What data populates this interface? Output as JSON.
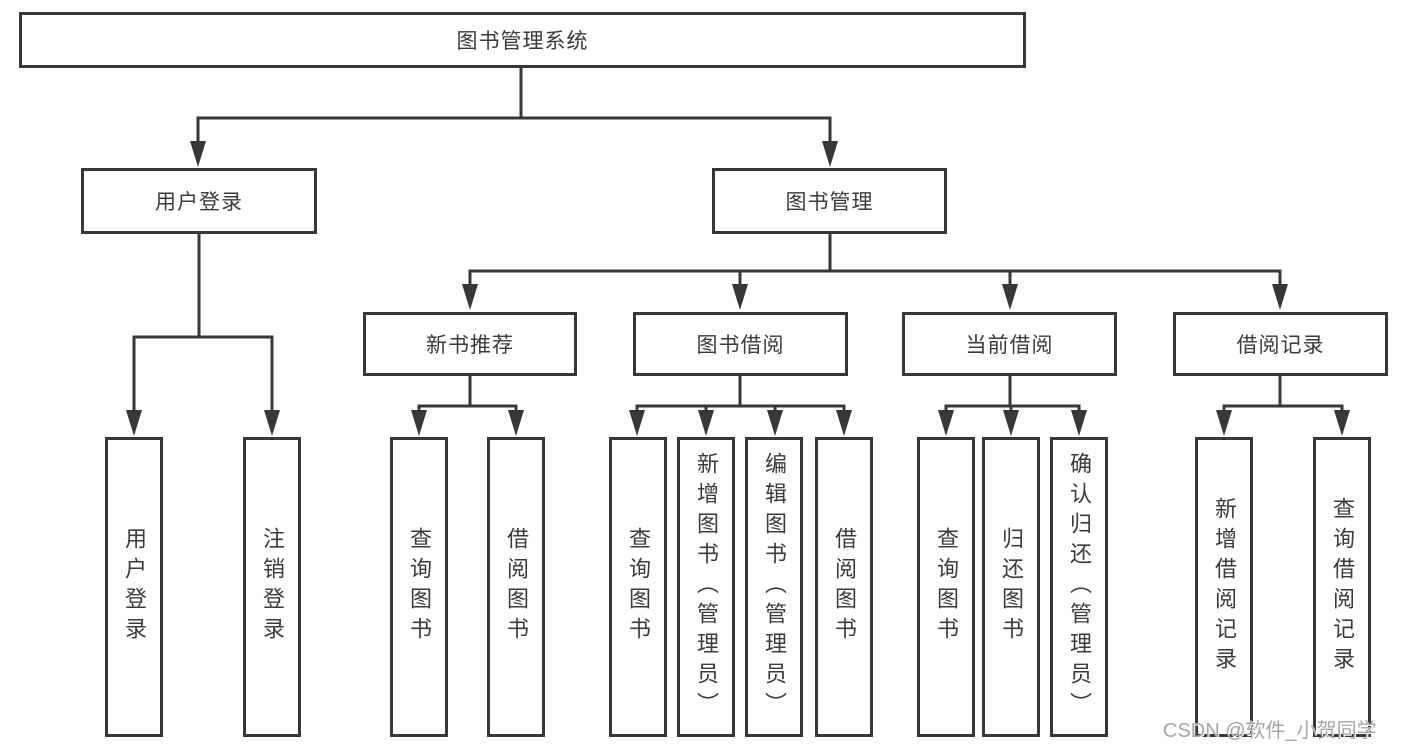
{
  "tree": {
    "label": "图书管理系统",
    "children": [
      {
        "label": "用户登录",
        "children": [
          {
            "label": "用户登录"
          },
          {
            "label": "注销登录"
          }
        ]
      },
      {
        "label": "图书管理",
        "children": [
          {
            "label": "新书推荐",
            "children": [
              {
                "label": "查询图书"
              },
              {
                "label": "借阅图书"
              }
            ]
          },
          {
            "label": "图书借阅",
            "children": [
              {
                "label": "查询图书"
              },
              {
                "label": "新增图书（管理员）"
              },
              {
                "label": "编辑图书（管理员）"
              },
              {
                "label": "借阅图书"
              }
            ]
          },
          {
            "label": "当前借阅",
            "children": [
              {
                "label": "查询图书"
              },
              {
                "label": "归还图书"
              },
              {
                "label": "确认归还（管理员）"
              }
            ]
          },
          {
            "label": "借阅记录",
            "children": [
              {
                "label": "新增借阅记录"
              },
              {
                "label": "查询借阅记录"
              }
            ]
          }
        ]
      }
    ]
  },
  "watermark": {
    "text": "CSDN @软件_小贺同学"
  },
  "colors": {
    "line": "#373737",
    "text": "#3b3b3b",
    "watermark": "#a6a6a6",
    "background": "#ffffff"
  }
}
